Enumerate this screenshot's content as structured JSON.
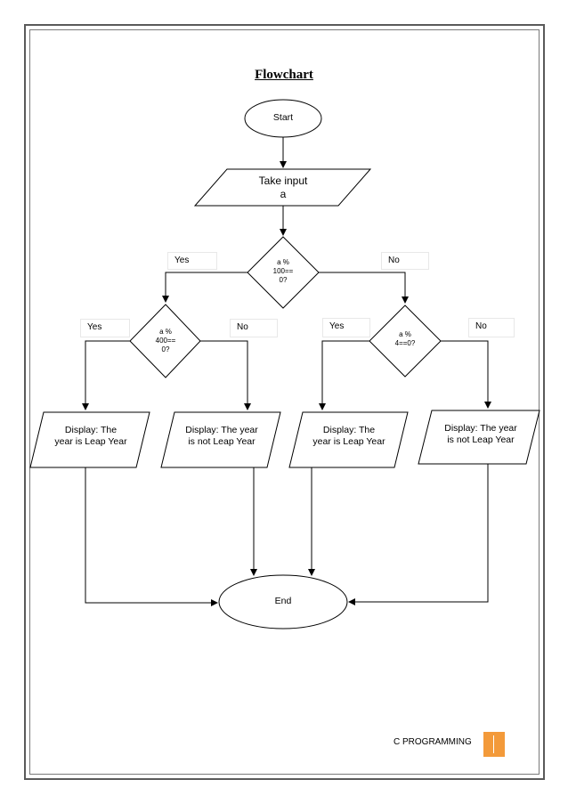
{
  "title": "Flowchart",
  "nodes": {
    "start": "Start",
    "input_line1": "Take input",
    "input_line2": "a",
    "decision1_l1": "a %",
    "decision1_l2": "100==",
    "decision1_l3": "0?",
    "decision2_l1": "a %",
    "decision2_l2": "400==",
    "decision2_l3": "0?",
    "decision3_l1": "a %",
    "decision3_l2": "4==0?",
    "out1_l1": "Display: The",
    "out1_l2": "year is Leap Year",
    "out2_l1": "Display: The year",
    "out2_l2": "is not Leap Year",
    "out3_l1": "Display: The",
    "out3_l2": "year is Leap Year",
    "out4_l1": "Display: The year",
    "out4_l2": "is not Leap Year",
    "end": "End"
  },
  "edge_labels": {
    "d1_yes": "Yes",
    "d1_no": "No",
    "d2_yes": "Yes",
    "d2_no": "No",
    "d3_yes": "Yes",
    "d3_no": "No"
  },
  "footer": {
    "text": "C PROGRAMMING",
    "accent_color": "#f39a3a"
  }
}
